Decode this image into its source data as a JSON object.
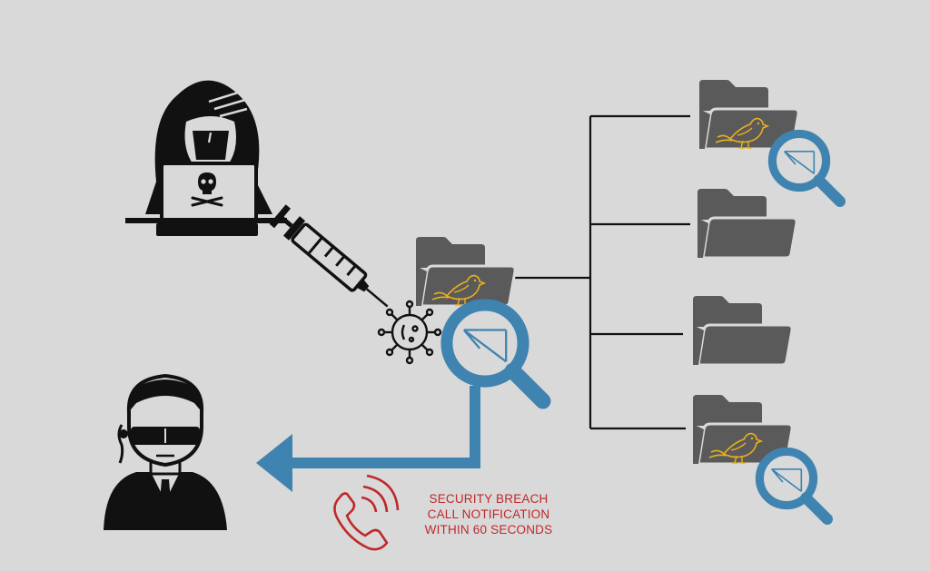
{
  "alert": {
    "lines": [
      "SECURITY BREACH",
      "CALL NOTIFICATION",
      "WITHIN 60 SECONDS"
    ]
  },
  "icons": {
    "hacker": "hacker-with-laptop-icon",
    "syringe": "syringe-icon",
    "virus": "virus-icon",
    "folder": "folder-icon",
    "canary": "canary-bird-icon",
    "magnifier": "magnifier-icon",
    "agent": "security-agent-icon",
    "phone": "ringing-phone-icon"
  },
  "colors": {
    "background": "#d9d9d9",
    "dark": "#5a5a5a",
    "black": "#111111",
    "accent_blue": "#3f84b0",
    "canary_yellow": "#e8b020",
    "alert_red": "#c0282a"
  }
}
